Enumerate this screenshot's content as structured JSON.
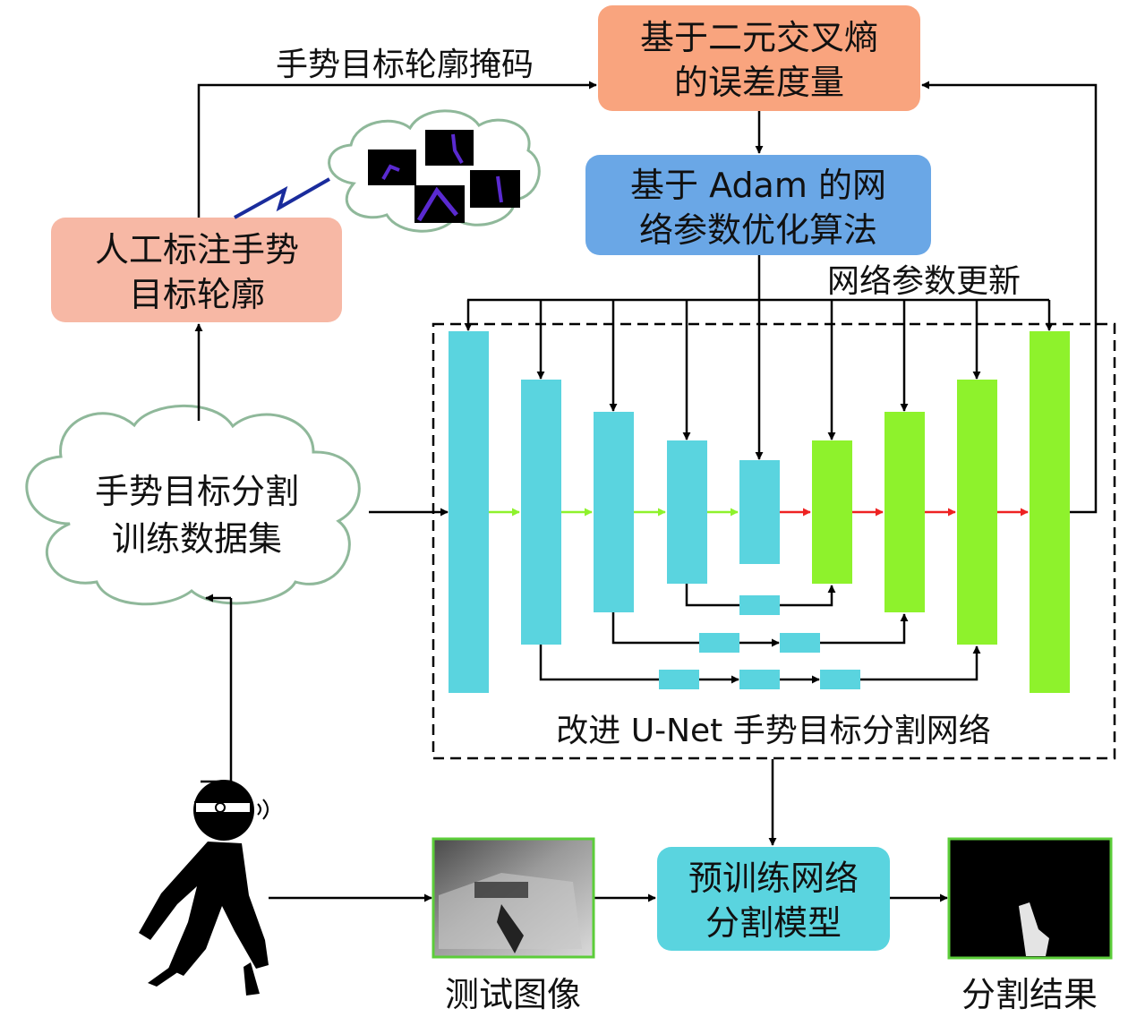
{
  "boxes": {
    "loss": [
      "基于二元交叉熵",
      "的误差度量"
    ],
    "adam": [
      "基于 Adam 的网",
      "络参数优化算法"
    ],
    "manual": [
      "人工标注手势",
      "目标轮廓"
    ],
    "dataset": [
      "手势目标分割",
      "训练数据集"
    ],
    "pretrained": [
      "预训练网络",
      "分割模型"
    ]
  },
  "labels": {
    "mask": "手势目标轮廓掩码",
    "update": "网络参数更新",
    "network": "改进 U-Net 手势目标分割网络",
    "test_image": "测试图像",
    "result": "分割结果"
  },
  "colors": {
    "loss_box": "#f9a47e",
    "adam_box": "#6aa7e6",
    "manual_box": "#f7b8a5",
    "pretrained_box": "#5ad4df",
    "encoder_block": "#5ad4df",
    "decoder_block": "#8ef22c",
    "skip_block": "#5ad4df",
    "green_arrow": "#8ef22c",
    "red_arrow": "#ee2222",
    "lightning": "#1a2c9c"
  },
  "icons": {
    "cloud": "cloud-icon",
    "person": "walking-person-icon",
    "lightning": "lightning-icon"
  }
}
